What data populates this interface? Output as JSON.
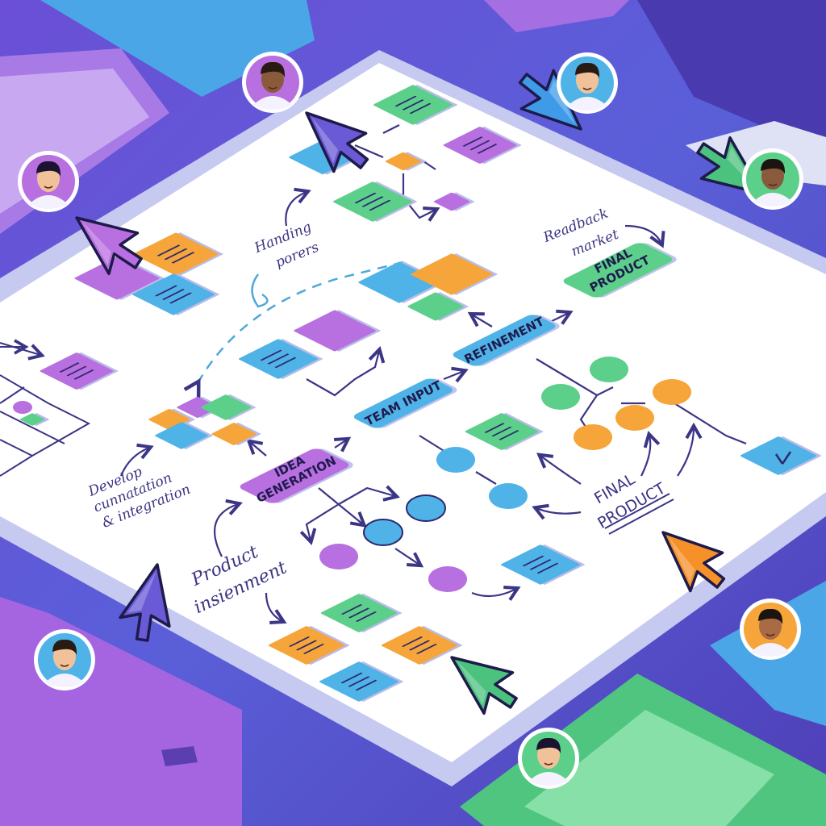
{
  "colors": {
    "background": "#5a4fcf",
    "board": "#ffffff",
    "purple": "#b86fe0",
    "blue": "#4fb3e8",
    "green": "#5ccf8a",
    "orange": "#f6a53a",
    "ink": "#3b3585"
  },
  "flow": {
    "nodes": [
      {
        "label_1": "IDEA",
        "label_2": "GENERATION",
        "color": "#b86fe0"
      },
      {
        "label_1": "TEAM INPUT",
        "label_2": "",
        "color": "#4fb3e8"
      },
      {
        "label_1": "REFINEMENT",
        "label_2": "",
        "color": "#4fb3e8"
      },
      {
        "label_1": "FINAL",
        "label_2": "PRODUCT",
        "color": "#5ccf8a"
      }
    ]
  },
  "annotations": {
    "handing": {
      "line_1": "Handing",
      "line_2": "porers"
    },
    "readback": {
      "line_1": "Readback",
      "line_2": "market"
    },
    "develop": {
      "line_1": "Develop",
      "line_2": "cunnatation",
      "line_3": "& integration"
    },
    "product": {
      "line_1": "Product",
      "line_2": "insienment"
    },
    "final": {
      "line_1": "FINAL",
      "line_2": "PRODUCT"
    }
  },
  "cursors": [
    {
      "color": "#b86fe0",
      "icon": "cursor-arrow-icon"
    },
    {
      "color": "#6a5ad6",
      "icon": "cursor-arrow-icon"
    },
    {
      "color": "#3f9be8",
      "icon": "cursor-arrow-icon"
    },
    {
      "color": "#4cc27f",
      "icon": "cursor-arrow-icon"
    },
    {
      "color": "#6a5ad6",
      "icon": "cursor-arrow-icon"
    },
    {
      "color": "#f6912a",
      "icon": "cursor-arrow-icon"
    },
    {
      "color": "#4cc27f",
      "icon": "cursor-arrow-icon"
    }
  ],
  "avatars": [
    {
      "bg": "#b86fe0",
      "icon": "user-avatar"
    },
    {
      "bg": "#4fb3e8",
      "icon": "user-avatar"
    },
    {
      "bg": "#b86fe0",
      "icon": "user-avatar"
    },
    {
      "bg": "#5ccf8a",
      "icon": "user-avatar"
    },
    {
      "bg": "#4fb3e8",
      "icon": "user-avatar"
    },
    {
      "bg": "#f6a53a",
      "icon": "user-avatar"
    },
    {
      "bg": "#5ccf8a",
      "icon": "user-avatar"
    }
  ]
}
